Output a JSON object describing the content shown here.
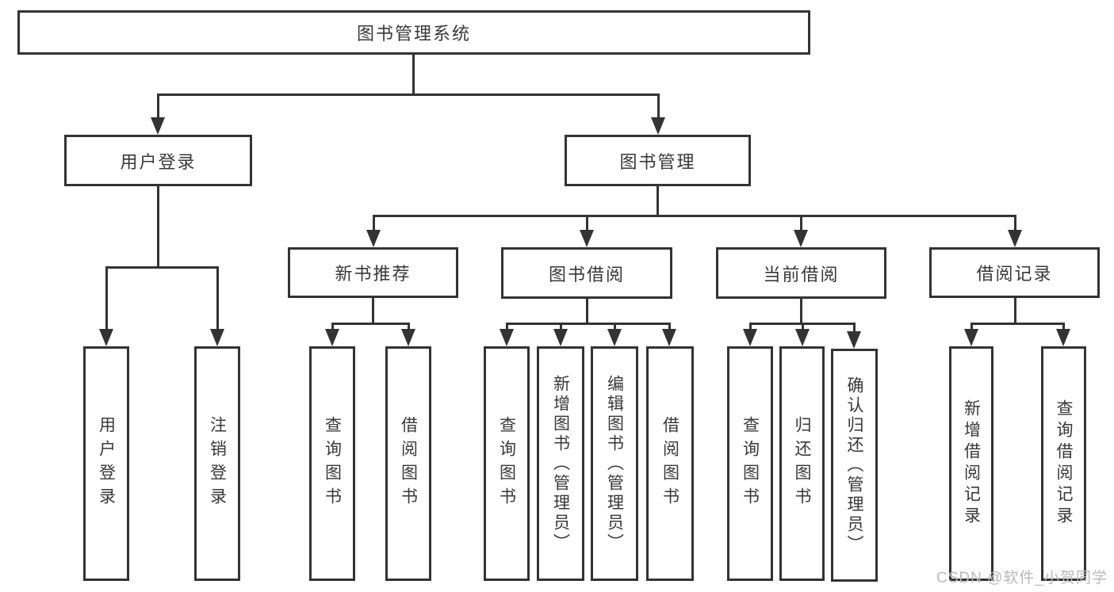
{
  "nodes": {
    "root": "图书管理系统",
    "user_login": "用户登录",
    "book_mgmt": "图书管理",
    "new_book_rec": "新书推荐",
    "book_borrow": "图书借阅",
    "current_borrow": "当前借阅",
    "borrow_record": "借阅记录",
    "leaf_user_login": "用户登录",
    "leaf_logout": "注销登录",
    "leaf_query_book_1": "查询图书",
    "leaf_borrow_book_1": "借阅图书",
    "leaf_query_book_2": "查询图书",
    "leaf_add_book": "新增图书（管理员）",
    "leaf_edit_book": "编辑图书（管理员）",
    "leaf_borrow_book_2": "借阅图书",
    "leaf_query_book_3": "查询图书",
    "leaf_return_book": "归还图书",
    "leaf_confirm_return": "确认归还（管理员）",
    "leaf_add_record": "新增借阅记录",
    "leaf_query_record": "查询借阅记录"
  },
  "watermark": "CSDN @软件_小贺同学",
  "colors": {
    "line": "#333333",
    "text": "#383838",
    "watermark": "#b9b9b9",
    "background": "#ffffff"
  }
}
